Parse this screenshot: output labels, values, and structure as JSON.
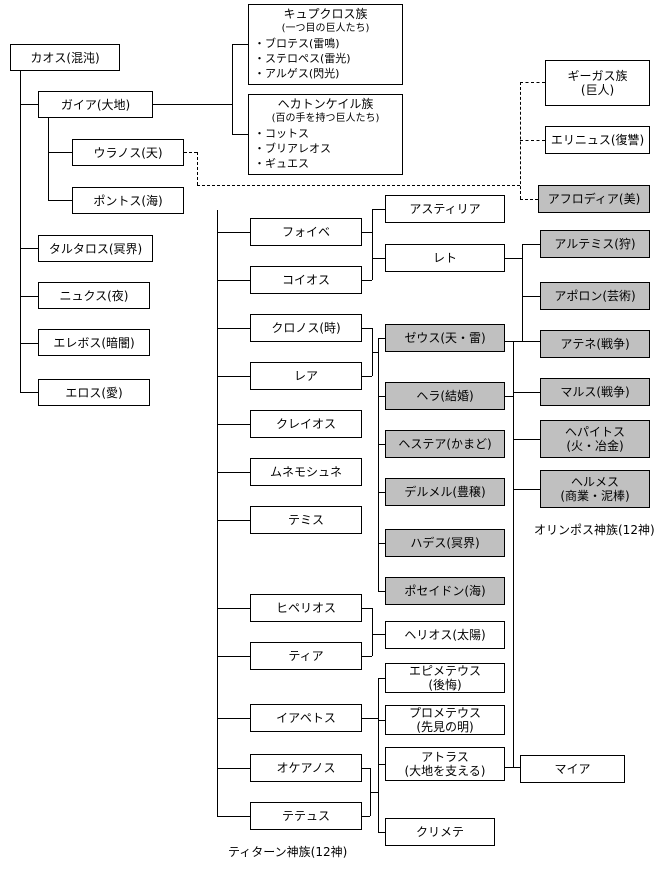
{
  "captions": {
    "titans": "ティターン神族(12神)",
    "olympians": "オリンポス神族(12神)"
  },
  "colors": {
    "olympian_fill": "#c0c0c0",
    "box_fill": "#ffffff",
    "line": "#000000"
  },
  "groups": {
    "cyclopes": {
      "title": "キュプクロス族",
      "subtitle": "(一つ目の巨人たち)",
      "members": [
        "・ブロテス(雷鳴)",
        "・ステロペス(雷光)",
        "・アルゲス(閃光)"
      ]
    },
    "hecatoncheires": {
      "title": "ヘカトンケイル族",
      "subtitle": "(百の手を持つ巨人たち)",
      "members": [
        "・コットス",
        "・ブリアレオス",
        "・ギュエス"
      ]
    }
  },
  "nodes": {
    "chaos": {
      "label": "カオス(混沌)"
    },
    "gaia": {
      "label": "ガイア(大地)"
    },
    "uranus": {
      "label": "ウラノス(天)"
    },
    "pontus": {
      "label": "ポントス(海)"
    },
    "tartarus": {
      "label": "タルタロス(冥界)"
    },
    "nyx": {
      "label": "ニュクス(夜)"
    },
    "erebus": {
      "label": "エレボス(暗闇)"
    },
    "eros": {
      "label": "エロス(愛)"
    },
    "gigas": {
      "line1": "ギーガス族",
      "line2": "(巨人)"
    },
    "erinyes": {
      "label": "エリニュス(復讐)"
    },
    "aphrodite": {
      "label": "アフロディア(美)"
    },
    "phoebe": {
      "label": "フォイベ"
    },
    "coeus": {
      "label": "コイオス"
    },
    "cronus": {
      "label": "クロノス(時)"
    },
    "rhea": {
      "label": "レア"
    },
    "crius": {
      "label": "クレイオス"
    },
    "mnemosyne": {
      "label": "ムネモシュネ"
    },
    "themis": {
      "label": "テミス"
    },
    "hyperion": {
      "label": "ヒペリオス"
    },
    "theia": {
      "label": "ティア"
    },
    "iapetus": {
      "label": "イアペトス"
    },
    "oceanus": {
      "label": "オケアノス"
    },
    "tethys": {
      "label": "テテュス"
    },
    "asteria": {
      "label": "アスティリア"
    },
    "leto": {
      "label": "レト"
    },
    "zeus": {
      "label": "ゼウス(天・雷)"
    },
    "hera": {
      "label": "ヘラ(結婚)"
    },
    "hestia": {
      "label": "ヘステア(かまど)"
    },
    "demeter": {
      "label": "デルメル(豊穣)"
    },
    "hades": {
      "label": "ハデス(冥界)"
    },
    "poseidon": {
      "label": "ポセイドン(海)"
    },
    "helios": {
      "label": "ヘリオス(太陽)"
    },
    "epimetheus": {
      "line1": "エピメテウス",
      "line2": "(後悔)"
    },
    "prometheus": {
      "line1": "プロメテウス",
      "line2": "(先見の明)"
    },
    "atlas": {
      "line1": "アトラス",
      "line2": "(大地を支える)"
    },
    "clymene": {
      "label": "クリメテ"
    },
    "artemis": {
      "label": "アルテミス(狩)"
    },
    "apollo": {
      "label": "アポロン(芸術)"
    },
    "athena": {
      "label": "アテネ(戦争)"
    },
    "mars": {
      "label": "マルス(戦争)"
    },
    "hephaestus": {
      "line1": "ヘパイトス",
      "line2": "(火・冶金)"
    },
    "hermes": {
      "line1": "ヘルメス",
      "line2": "(商業・泥棒)"
    },
    "maia": {
      "label": "マイア"
    }
  }
}
